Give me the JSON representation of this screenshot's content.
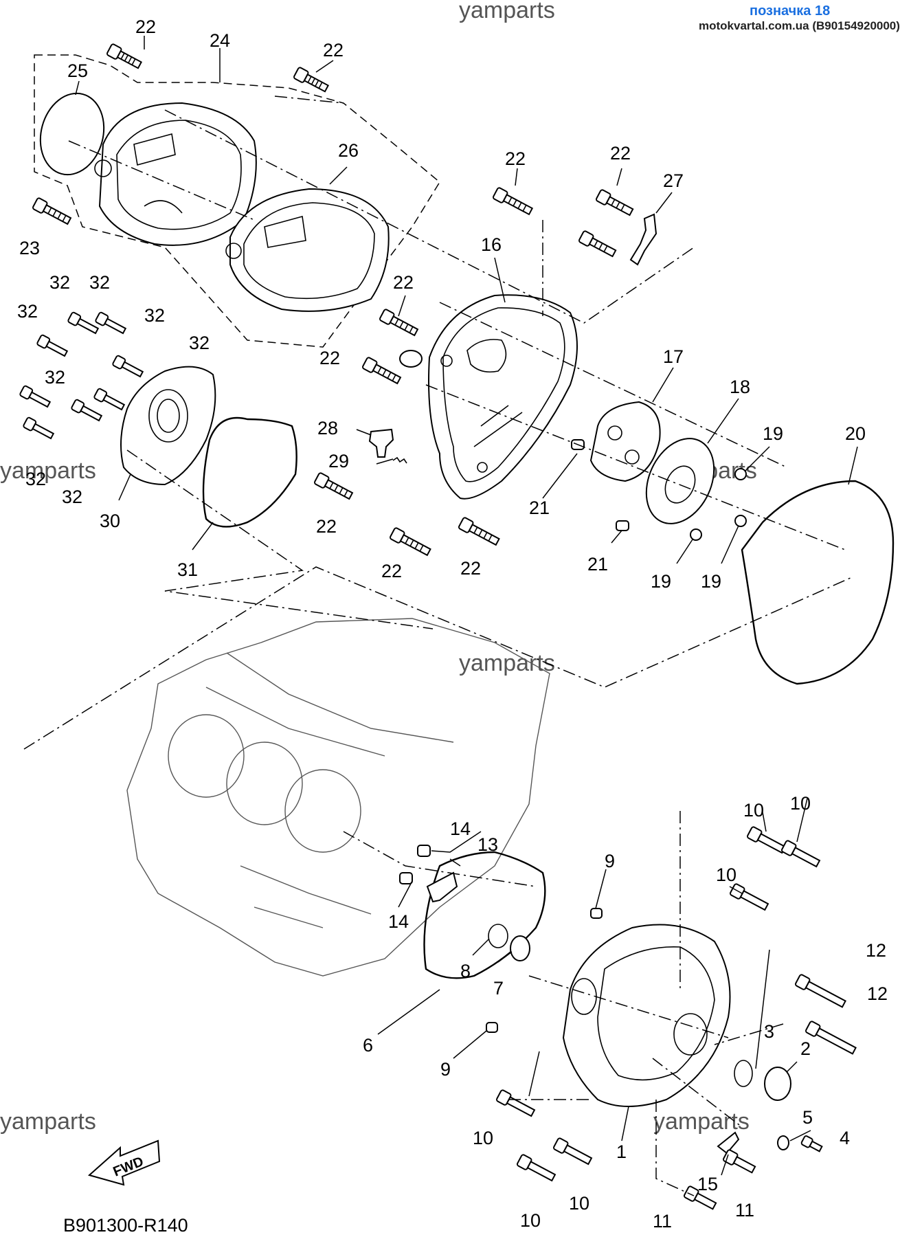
{
  "header": {
    "brand": "yamparts",
    "title": "позначка 18",
    "subtitle": "motokvartal.com.ua (B90154920000)"
  },
  "watermark": "yamparts",
  "diagram_code": "B901300-R140",
  "fwd_label": "FWD",
  "callouts": [
    {
      "id": "c22a",
      "text": "22"
    },
    {
      "id": "c24",
      "text": "24"
    },
    {
      "id": "c22b",
      "text": "22"
    },
    {
      "id": "c25",
      "text": "25"
    },
    {
      "id": "c26",
      "text": "26"
    },
    {
      "id": "c22c",
      "text": "22"
    },
    {
      "id": "c22d",
      "text": "22"
    },
    {
      "id": "c27",
      "text": "27"
    },
    {
      "id": "c23",
      "text": "23"
    },
    {
      "id": "c16",
      "text": "16"
    },
    {
      "id": "c22e",
      "text": "22"
    },
    {
      "id": "c32a",
      "text": "32"
    },
    {
      "id": "c32b",
      "text": "32"
    },
    {
      "id": "c32c",
      "text": "32"
    },
    {
      "id": "c32d",
      "text": "32"
    },
    {
      "id": "c32e",
      "text": "32"
    },
    {
      "id": "c22f",
      "text": "22"
    },
    {
      "id": "c17",
      "text": "17"
    },
    {
      "id": "c32f",
      "text": "32"
    },
    {
      "id": "c18",
      "text": "18"
    },
    {
      "id": "c28",
      "text": "28"
    },
    {
      "id": "c19a",
      "text": "19"
    },
    {
      "id": "c20",
      "text": "20"
    },
    {
      "id": "c29",
      "text": "29"
    },
    {
      "id": "c32g",
      "text": "32"
    },
    {
      "id": "c32h",
      "text": "32"
    },
    {
      "id": "c22g",
      "text": "22"
    },
    {
      "id": "c21a",
      "text": "21"
    },
    {
      "id": "c30",
      "text": "30"
    },
    {
      "id": "c22h",
      "text": "22"
    },
    {
      "id": "c22i",
      "text": "22"
    },
    {
      "id": "c21b",
      "text": "21"
    },
    {
      "id": "c31",
      "text": "31"
    },
    {
      "id": "c19b",
      "text": "19"
    },
    {
      "id": "c19c",
      "text": "19"
    },
    {
      "id": "c10a",
      "text": "10"
    },
    {
      "id": "c10b",
      "text": "10"
    },
    {
      "id": "c14a",
      "text": "14"
    },
    {
      "id": "c13",
      "text": "13"
    },
    {
      "id": "c9a",
      "text": "9"
    },
    {
      "id": "c10c",
      "text": "10"
    },
    {
      "id": "c14b",
      "text": "14"
    },
    {
      "id": "c8",
      "text": "8"
    },
    {
      "id": "c12a",
      "text": "12"
    },
    {
      "id": "c7",
      "text": "7"
    },
    {
      "id": "c12b",
      "text": "12"
    },
    {
      "id": "c6",
      "text": "6"
    },
    {
      "id": "c3",
      "text": "3"
    },
    {
      "id": "c2",
      "text": "2"
    },
    {
      "id": "c9b",
      "text": "9"
    },
    {
      "id": "c5",
      "text": "5"
    },
    {
      "id": "c10d",
      "text": "10"
    },
    {
      "id": "c4",
      "text": "4"
    },
    {
      "id": "c1",
      "text": "1"
    },
    {
      "id": "c15",
      "text": "15"
    },
    {
      "id": "c10e",
      "text": "10"
    },
    {
      "id": "c10f",
      "text": "10"
    },
    {
      "id": "c11a",
      "text": "11"
    },
    {
      "id": "c11b",
      "text": "11"
    }
  ]
}
